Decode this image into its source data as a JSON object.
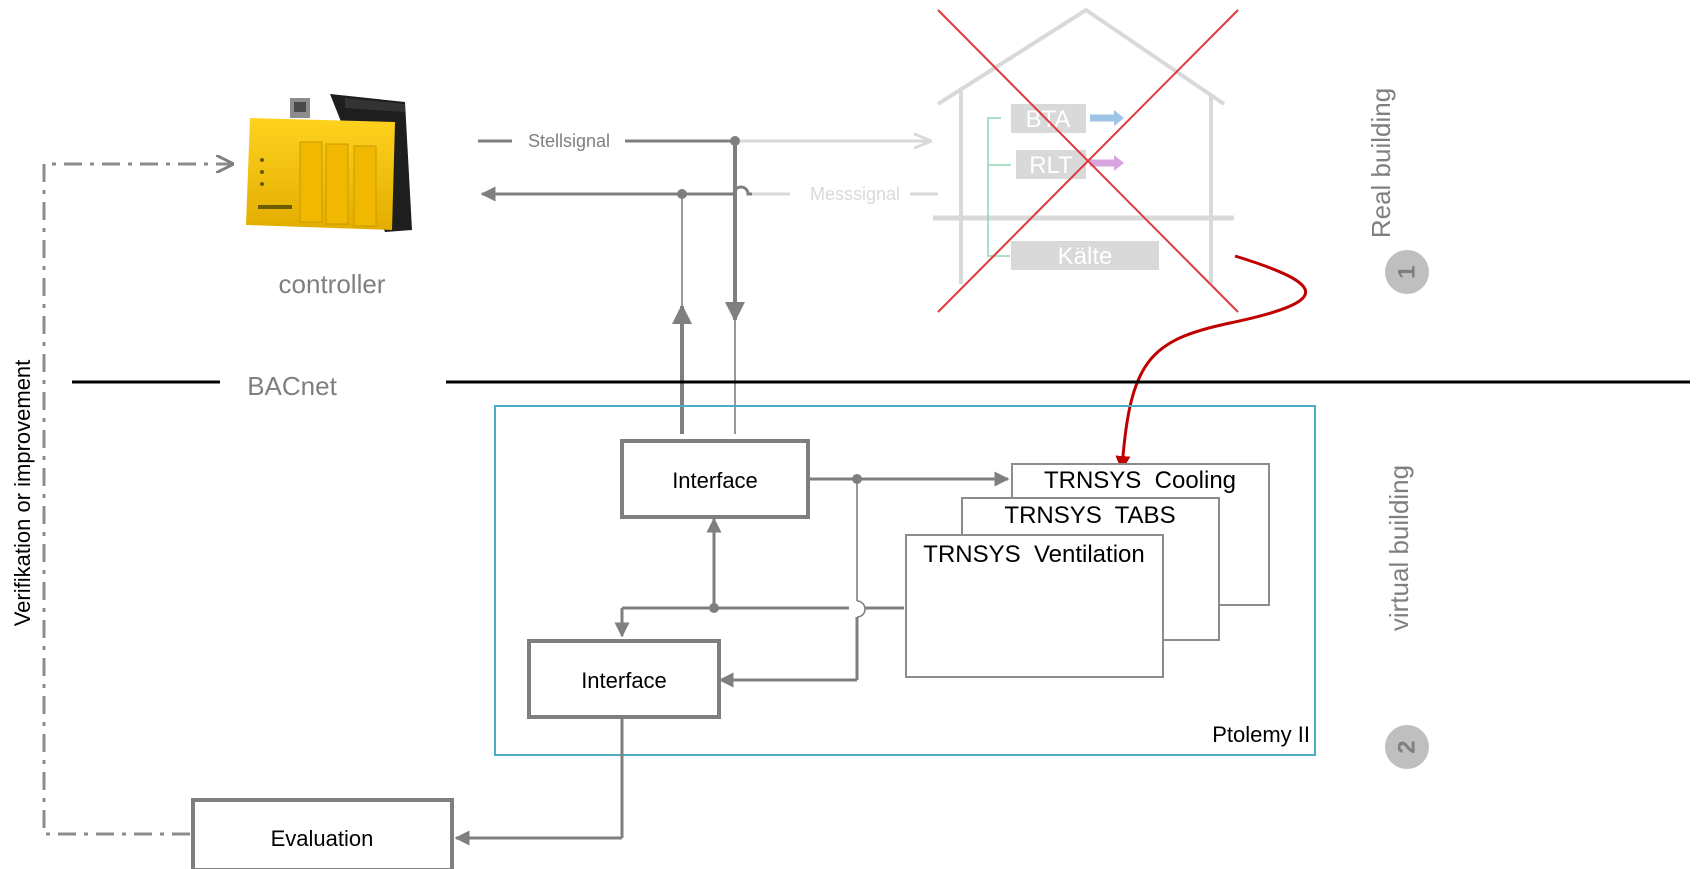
{
  "controller": {
    "label": "controller"
  },
  "bus": {
    "label": "BACnet"
  },
  "signals": {
    "actuating": "Stellsignal",
    "measuring": "Messsignal"
  },
  "building": {
    "systems": [
      "BTA",
      "RLT",
      "Kälte"
    ],
    "status": "crossed-out"
  },
  "side_labels": {
    "real": "Real building",
    "virtual": "virtual building",
    "step1": "1",
    "step2": "2"
  },
  "feedback": {
    "label": "Verifikation or improvement"
  },
  "ptolemy": {
    "label": "Ptolemy II",
    "interface_top": "Interface",
    "interface_bottom": "Interface",
    "models": [
      "TRNSYS  Cooling",
      "TRNSYS  TABS",
      "TRNSYS  Ventilation"
    ]
  },
  "evaluation": {
    "label": "Evaluation"
  },
  "colors": {
    "flow": "#7f7f7f",
    "faded": "#d9d9d9",
    "ptolemy_border": "#4bacc6",
    "cross": "#e0393b",
    "red_arrow": "#c00000",
    "controller_body": "#f5c000",
    "step_badge": "#bfbfbf"
  },
  "icons": [
    "controller-device-icon",
    "building-outline-icon",
    "cross-mark-icon"
  ]
}
